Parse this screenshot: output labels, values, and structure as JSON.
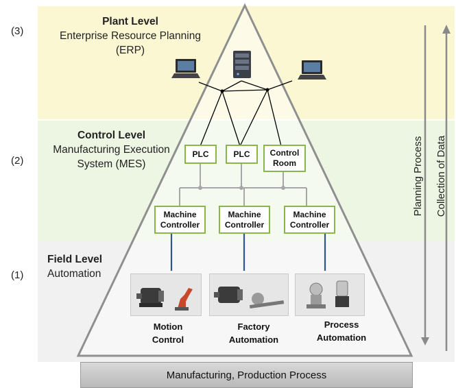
{
  "levels": {
    "plant": {
      "number": "(3)",
      "title": "Plant Level",
      "line1": "Enterprise Resource Planning",
      "line2": "(ERP)"
    },
    "control": {
      "number": "(2)",
      "title": "Control Level",
      "line1": "Manufacturing Execution",
      "line2": "System (MES)"
    },
    "field": {
      "number": "(1)",
      "title": "Field Level",
      "line1": "Automation"
    }
  },
  "control_boxes": {
    "plc1": "PLC",
    "plc2": "PLC",
    "control_room_1": "Control",
    "control_room_2": "Room"
  },
  "machine_controller": {
    "line1": "Machine",
    "line2": "Controller"
  },
  "field_captions": {
    "motion_1": "Motion",
    "motion_2": "Control",
    "factory_1": "Factory",
    "factory_2": "Automation",
    "process_1": "Process",
    "process_2": "Automation"
  },
  "arrows": {
    "planning": "Planning Process",
    "collection": "Collection of Data"
  },
  "base": "Manufacturing, Production Process",
  "colors": {
    "plant_band": "#fbf7d3",
    "control_band": "#edf6e3",
    "field_band": "#f1f1f1",
    "box_border": "#8ab547",
    "field_link": "#2f5597"
  }
}
